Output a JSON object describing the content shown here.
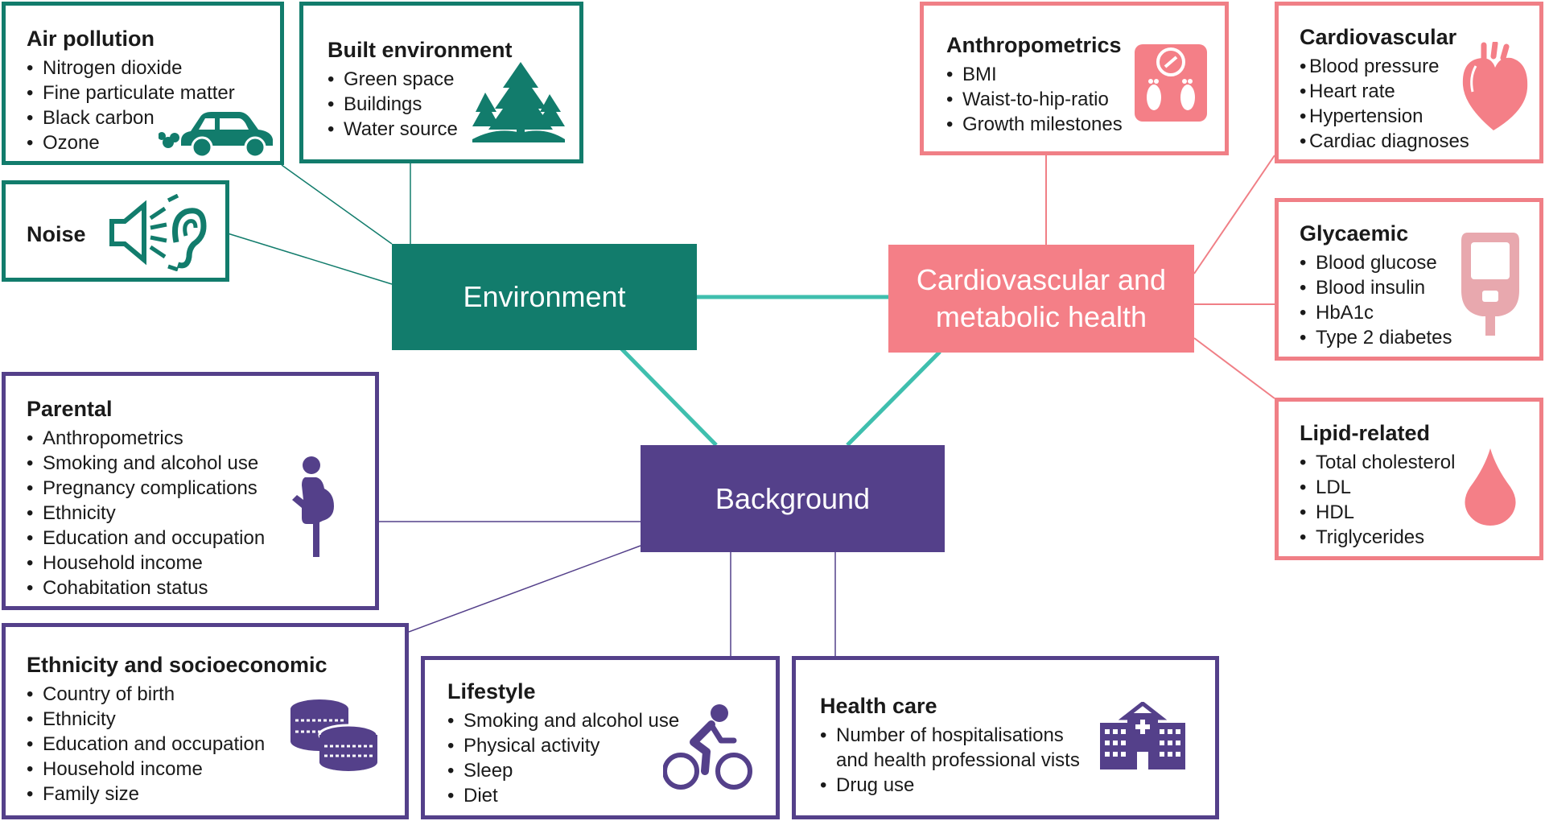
{
  "colors": {
    "environment": "#127c6c",
    "health": "#f47f87",
    "background": "#54408a",
    "env_line": "#3fbfae"
  },
  "hubs": {
    "environment": "Environment",
    "health_line1": "Cardiovascular and",
    "health_line2": "metabolic health",
    "background": "Background"
  },
  "environment": {
    "air_pollution": {
      "title": "Air pollution",
      "items": [
        "Nitrogen dioxide",
        "Fine particulate matter",
        "Black carbon",
        "Ozone"
      ],
      "icon": "car-icon"
    },
    "built_environment": {
      "title": "Built environment",
      "items": [
        "Green space",
        "Buildings",
        "Water source"
      ],
      "icon": "trees-icon"
    },
    "noise": {
      "title": "Noise",
      "icon": "speaker-ear-icon"
    }
  },
  "health": {
    "anthropometrics": {
      "title": "Anthropometrics",
      "items": [
        "BMI",
        "Waist-to-hip-ratio",
        "Growth milestones"
      ],
      "icon": "scale-icon"
    },
    "cardiovascular": {
      "title": "Cardiovascular",
      "items": [
        "Blood pressure",
        "Heart rate",
        "Hypertension",
        "Cardiac diagnoses"
      ],
      "icon": "heart-icon"
    },
    "glycaemic": {
      "title": "Glycaemic",
      "items": [
        "Blood glucose",
        "Blood insulin",
        "HbA1c",
        "Type 2 diabetes"
      ],
      "icon": "glucometer-icon"
    },
    "lipid": {
      "title": "Lipid-related",
      "items": [
        "Total cholesterol",
        "LDL",
        "HDL",
        "Triglycerides"
      ],
      "icon": "drop-icon"
    }
  },
  "background": {
    "parental": {
      "title": "Parental",
      "items": [
        "Anthropometrics",
        "Smoking and alcohol use",
        "Pregnancy complications",
        "Ethnicity",
        "Education and occupation",
        "Household income",
        "Cohabitation status"
      ],
      "icon": "pregnant-woman-icon"
    },
    "ethnicity": {
      "title": "Ethnicity and socioeconomic",
      "items": [
        "Country of birth",
        "Ethnicity",
        "Education and occupation",
        "Household income",
        "Family size"
      ],
      "icon": "coins-icon"
    },
    "lifestyle": {
      "title": "Lifestyle",
      "items": [
        "Smoking and alcohol use",
        "Physical activity",
        "Sleep",
        "Diet"
      ],
      "icon": "cyclist-icon"
    },
    "health_care": {
      "title": "Health care",
      "items": [
        "Number of hospitalisations",
        "and health professional vists",
        "Drug use"
      ],
      "icon": "hospital-icon"
    }
  }
}
